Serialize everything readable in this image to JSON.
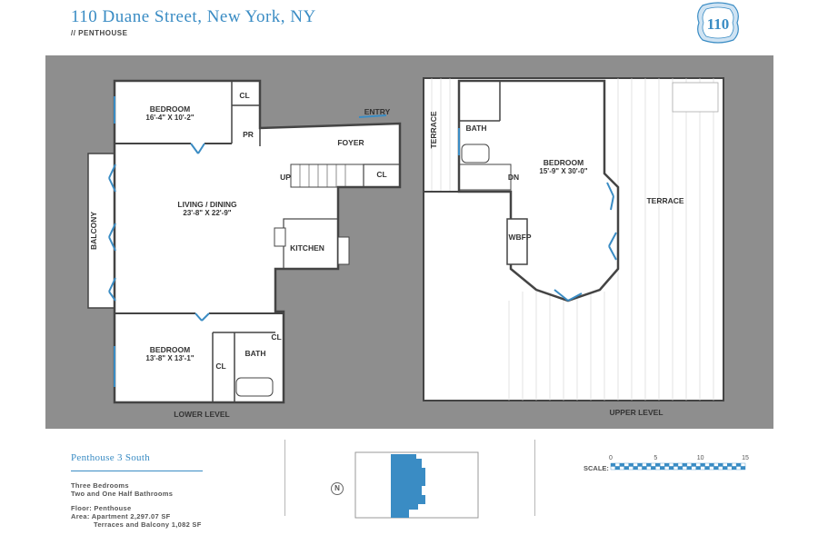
{
  "header": {
    "address": "110 Duane Street, New York, NY",
    "subtitle": "// PENTHOUSE",
    "logo_text": "110"
  },
  "plan": {
    "lower_level_label": "LOWER LEVEL",
    "upper_level_label": "UPPER LEVEL",
    "rooms": {
      "bedroom1_name": "BEDROOM",
      "bedroom1_dims": "16'-4\" X 10'-2\"",
      "living_name": "LIVING / DINING",
      "living_dims": "23'-8\" X 22'-9\"",
      "bedroom2_name": "BEDROOM",
      "bedroom2_dims": "13'-8\" X 13'-1\"",
      "bedroom3_name": "BEDROOM",
      "bedroom3_dims": "15'-9\" X 30'-0\"",
      "closet1": "CL",
      "closet2": "CL",
      "closet3": "CL",
      "closet4": "CL",
      "powder": "PR",
      "entry": "ENTRY",
      "foyer": "FOYER",
      "kitchen": "KITCHEN",
      "balcony": "BALCONY",
      "bath_lower": "BATH",
      "bath_upper": "BATH",
      "terrace_small": "TERRACE",
      "terrace_large": "TERRACE",
      "wbfp": "WBFP",
      "stair_up": "UP",
      "stair_down": "DN"
    }
  },
  "info": {
    "unit_name": "Penthouse 3 South",
    "bedrooms": "Three Bedrooms",
    "bathrooms": "Two and One Half Bathrooms",
    "floor": "Floor: Penthouse",
    "area_apartment": "Area: Apartment 2,297.07 SF",
    "area_terraces": "Terraces and Balcony 1,082 SF"
  },
  "keyplan": {
    "north": "N"
  },
  "scale": {
    "label": "SCALE:",
    "ticks": [
      "0",
      "5",
      "10",
      "15"
    ]
  },
  "colors": {
    "accent": "#3a8cc4",
    "background": "#8e8e8e",
    "wall": "#444444"
  }
}
